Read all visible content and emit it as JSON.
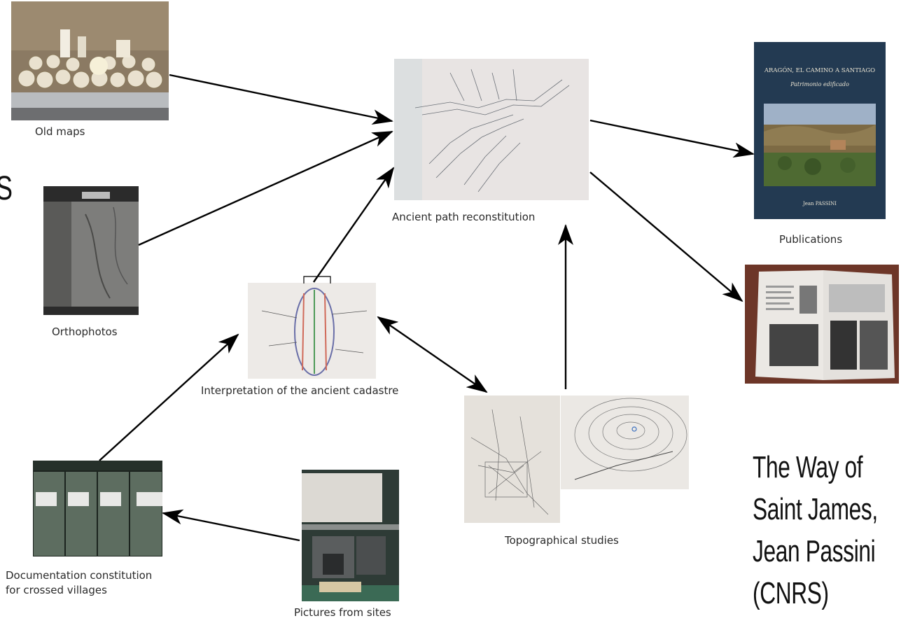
{
  "edge_text": "S",
  "nodes": {
    "old_maps": {
      "label": "Old maps"
    },
    "orthophotos": {
      "label": "Orthophotos"
    },
    "ancient_path": {
      "label": "Ancient path reconstitution"
    },
    "publications": {
      "label": "Publications",
      "book_title": "ARAGÓN, EL CAMINO A SANTIAGO",
      "book_subtitle": "Patrimonio edificado",
      "book_author": "Jean PASSINI"
    },
    "cadastre": {
      "label": "Interpretation of the ancient cadastre"
    },
    "topographical": {
      "label": "Topographical studies"
    },
    "documentation": {
      "label_line1": "Documentation constitution",
      "label_line2": "for crossed villages"
    },
    "pictures": {
      "label": "Pictures from sites"
    }
  },
  "title_lines": [
    "The Way of",
    "Saint James,",
    "Jean Passini",
    "(CNRS)"
  ]
}
